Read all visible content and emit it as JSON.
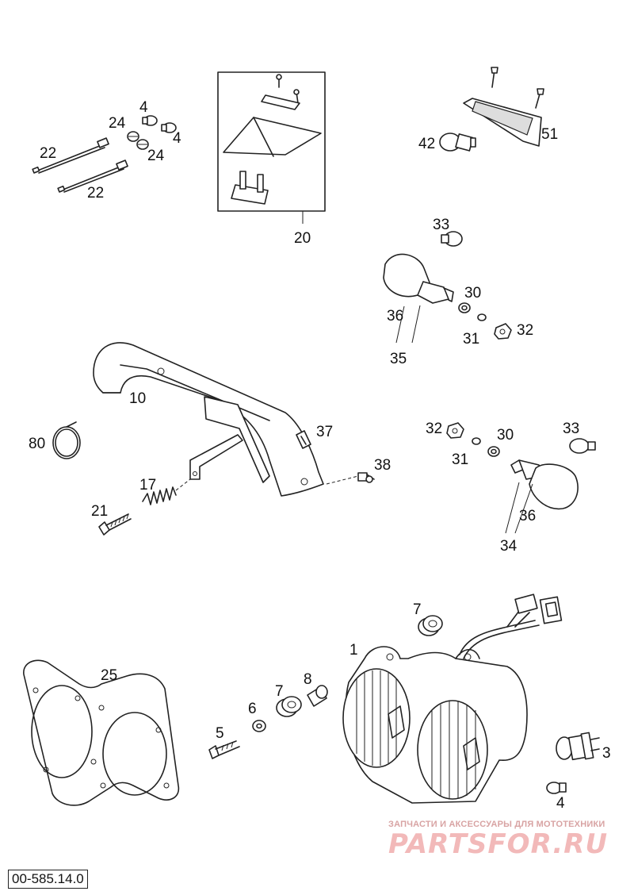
{
  "diagram": {
    "code": "00-585.14.0",
    "watermark": {
      "tagline": "ЗАПЧАСТИ И АКСЕССУАРЫ ДЛЯ МОТОТЕХНИКИ",
      "brand": "PARTSFOR.RU"
    },
    "labels": {
      "p22a": "22",
      "p22b": "22",
      "p24a": "24",
      "p24b": "24",
      "p4a": "4",
      "p4b": "4",
      "p20": "20",
      "p42": "42",
      "p51": "51",
      "p33a": "33",
      "p30a": "30",
      "p36a": "36",
      "p31a": "31",
      "p32a": "32",
      "p35": "35",
      "p10": "10",
      "p80": "80",
      "p37": "37",
      "p38": "38",
      "p17": "17",
      "p21": "21",
      "p32b": "32",
      "p30b": "30",
      "p33b": "33",
      "p31b": "31",
      "p36b": "36",
      "p34": "34",
      "p7a": "7",
      "p1": "1",
      "p25": "25",
      "p8": "8",
      "p7b": "7",
      "p6": "6",
      "p5": "5",
      "p3": "3",
      "p4c": "4"
    }
  }
}
